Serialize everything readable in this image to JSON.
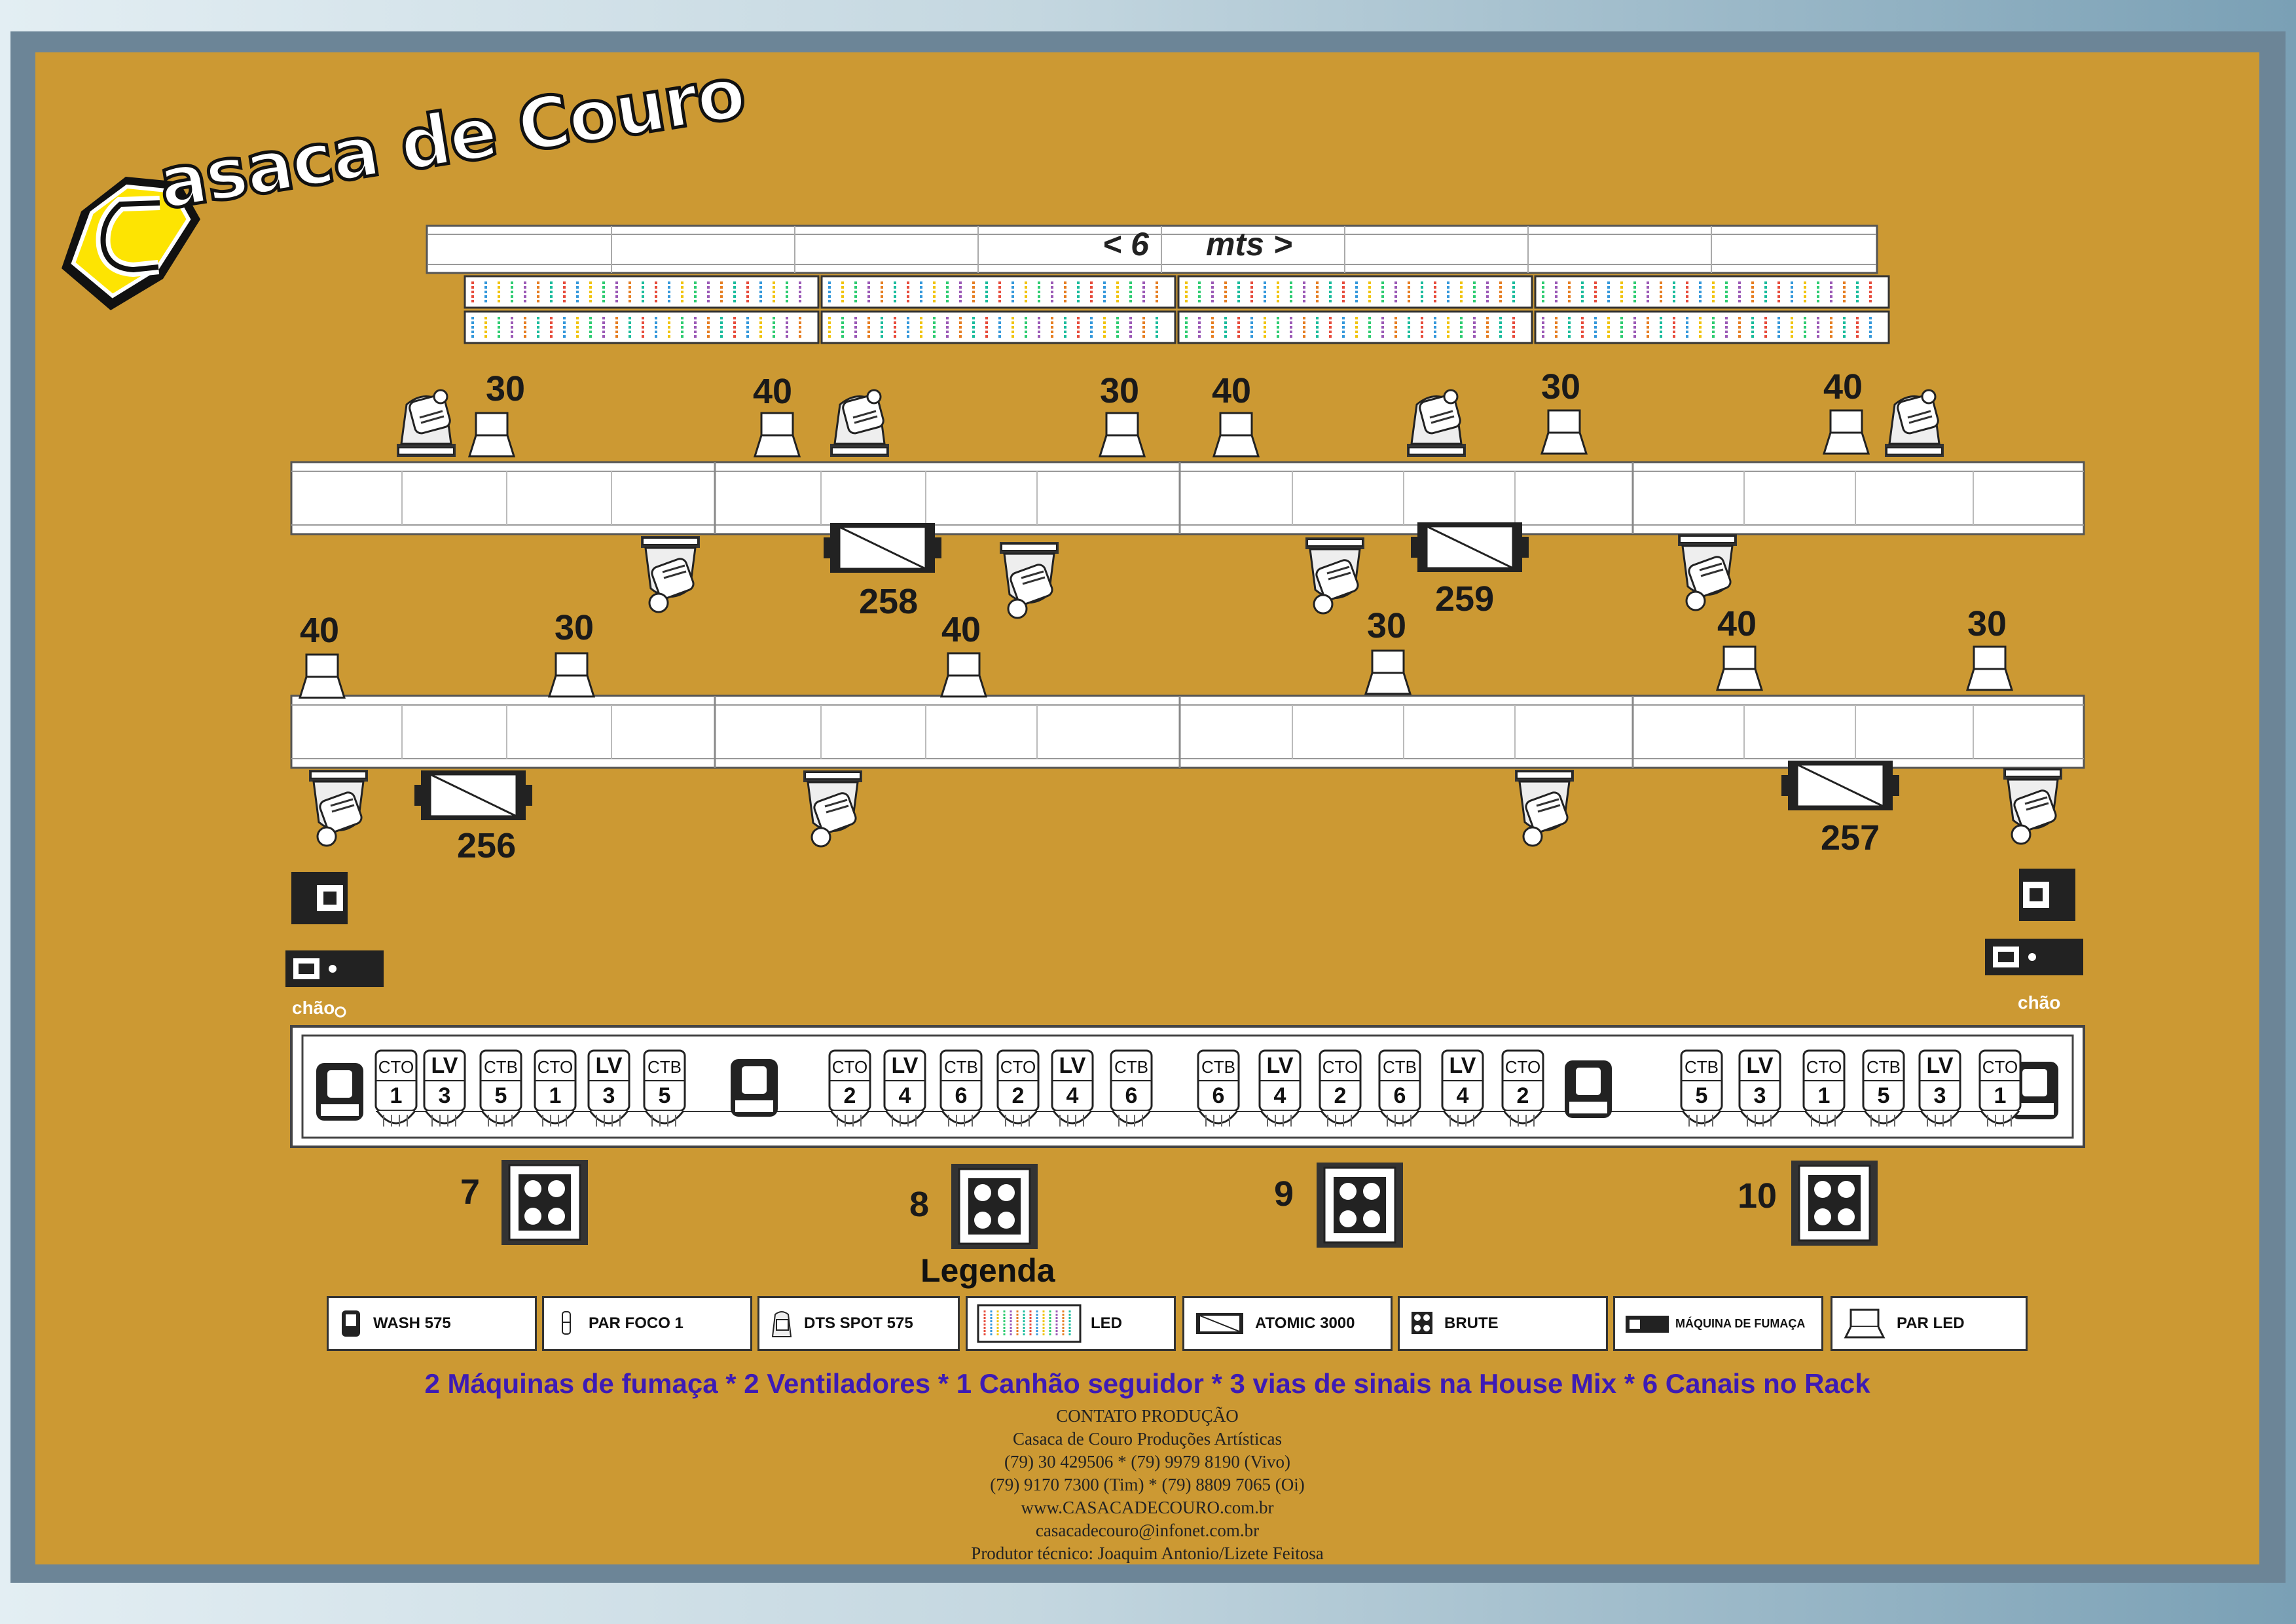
{
  "logo": {
    "initial": "C",
    "text": "asaca de Couro"
  },
  "top_pipe": {
    "label_left": "< 6",
    "label_right": "mts >"
  },
  "pipe1_par_labels": [
    "30",
    "40",
    "30",
    "40",
    "30",
    "40"
  ],
  "pipe1_atomic_labels": [
    "258",
    "259"
  ],
  "pipe2_par_labels": [
    "40",
    "30",
    "40",
    "30",
    "40",
    "30"
  ],
  "pipe2_atomic_labels": [
    "256",
    "257"
  ],
  "floor_label_left": "chão",
  "floor_label_right": "chão",
  "floor_filters": [
    {
      "f": "CTO",
      "n": "1"
    },
    {
      "f": "LV",
      "n": "3"
    },
    {
      "f": "CTB",
      "n": "5"
    },
    {
      "f": "CTO",
      "n": "1"
    },
    {
      "f": "LV",
      "n": "3"
    },
    {
      "f": "CTB",
      "n": "5"
    },
    {
      "f": "CTO",
      "n": "2"
    },
    {
      "f": "LV",
      "n": "4"
    },
    {
      "f": "CTB",
      "n": "6"
    },
    {
      "f": "CTO",
      "n": "2"
    },
    {
      "f": "LV",
      "n": "4"
    },
    {
      "f": "CTB",
      "n": "6"
    },
    {
      "f": "CTB",
      "n": "6"
    },
    {
      "f": "LV",
      "n": "4"
    },
    {
      "f": "CTO",
      "n": "2"
    },
    {
      "f": "CTB",
      "n": "6"
    },
    {
      "f": "LV",
      "n": "4"
    },
    {
      "f": "CTO",
      "n": "2"
    },
    {
      "f": "CTB",
      "n": "5"
    },
    {
      "f": "LV",
      "n": "3"
    },
    {
      "f": "CTO",
      "n": "1"
    },
    {
      "f": "CTB",
      "n": "5"
    },
    {
      "f": "LV",
      "n": "3"
    },
    {
      "f": "CTO",
      "n": "1"
    }
  ],
  "brute_labels": [
    "7",
    "8",
    "9",
    "10"
  ],
  "legend": {
    "title": "Legenda",
    "items": [
      {
        "label": "WASH 575",
        "icon": "wash-icon"
      },
      {
        "label": "PAR FOCO 1",
        "icon": "par-foco-icon"
      },
      {
        "label": "DTS SPOT 575",
        "icon": "spot-icon"
      },
      {
        "label": "LED",
        "icon": "led-icon"
      },
      {
        "label": "ATOMIC 3000",
        "icon": "strobe-icon"
      },
      {
        "label": "BRUTE",
        "icon": "brute-icon"
      },
      {
        "label": "MÁQUINA DE FUMAÇA",
        "icon": "smoke-machine-icon"
      },
      {
        "label": "PAR LED",
        "icon": "par-led-icon"
      }
    ]
  },
  "summary": "2 Máquinas de fumaça * 2 Ventiladores * 1 Canhão seguidor * 3 vias de sinais na House Mix * 6 Canais no Rack",
  "contact": {
    "heading": "CONTATO PRODUÇÃO",
    "company": "Casaca de Couro Produções Artísticas",
    "phone1": "(79) 30 429506 * (79) 9979 8190 (Vivo)",
    "phone2": "(79) 9170 7300 (Tim) * (79) 8809 7065 (Oi)",
    "site": "www.CASACADECOURO.com.br",
    "email": "casacadecouro@infonet.com.br",
    "producer": "Produtor técnico: Joaquim Antonio/Lizete Feitosa"
  },
  "colors": {
    "background": "#cc9933",
    "frame": "#6c8597",
    "summary_text": "#3d1bb5"
  }
}
